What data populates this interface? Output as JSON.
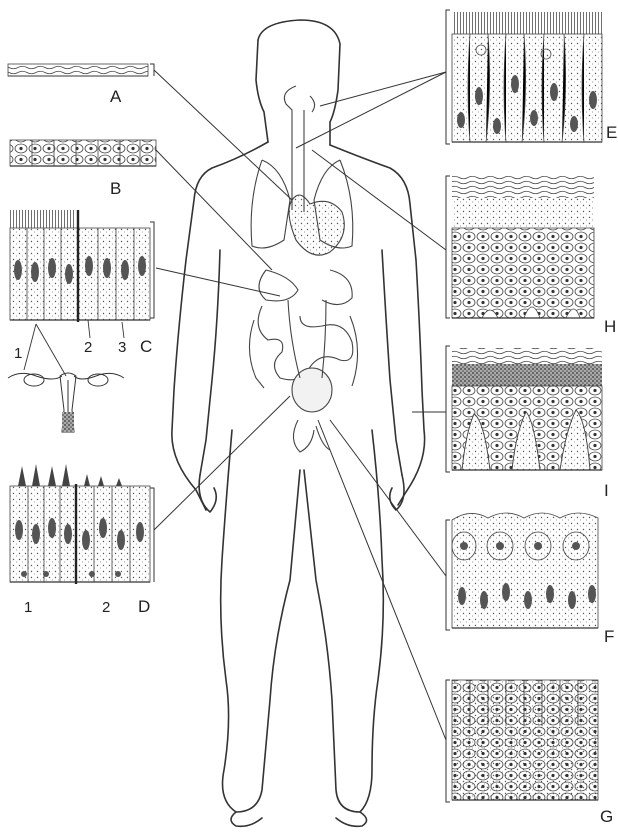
{
  "labels": {
    "A": "A",
    "B": "B",
    "C": "C",
    "D": "D",
    "E": "E",
    "F": "F",
    "G": "G",
    "H": "H",
    "I": "I"
  },
  "numbers": {
    "c1": "1",
    "c2": "2",
    "c3": "3",
    "d1": "1",
    "d2": "2"
  },
  "colors": {
    "ink": "#333333",
    "paper": "#ffffff"
  }
}
